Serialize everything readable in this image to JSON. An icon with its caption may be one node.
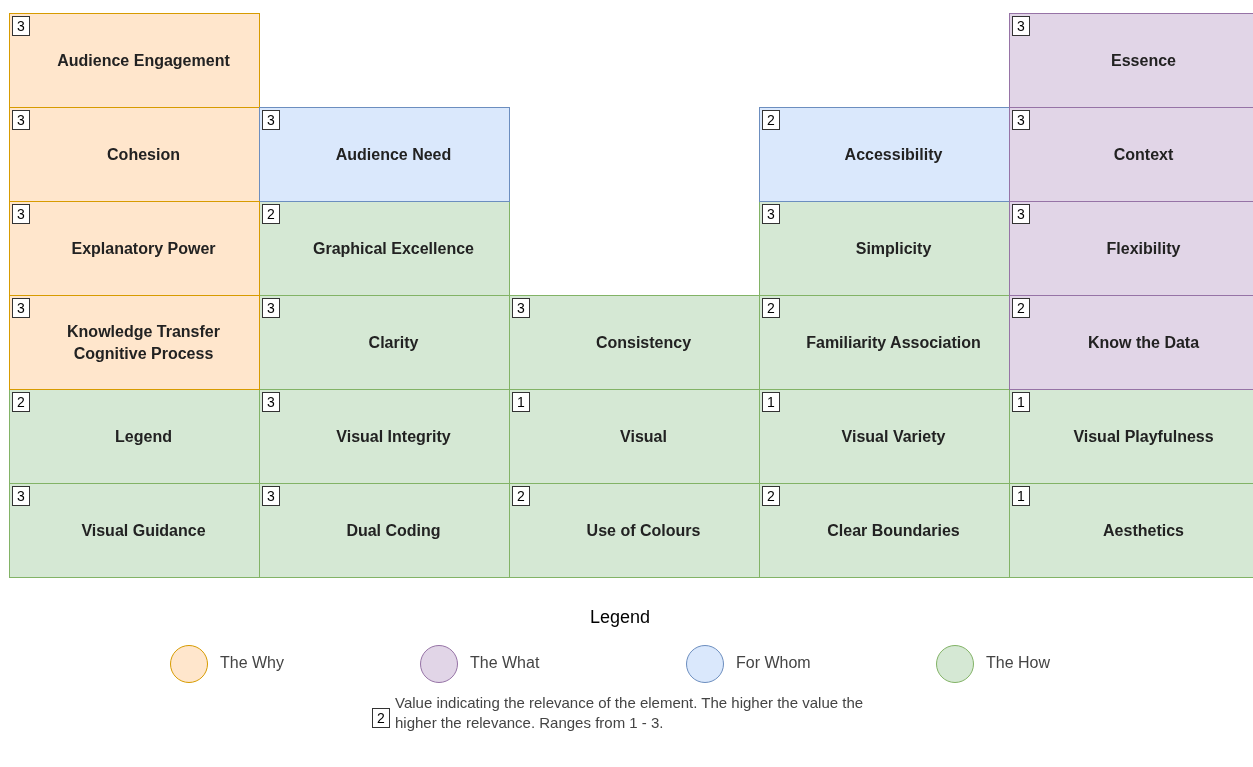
{
  "diagram": {
    "nodes": [
      {
        "text": [
          "3",
          "Audience Engagement"
        ]
      },
      {
        "text": [
          "3",
          "Essence"
        ]
      },
      {
        "text": [
          "3",
          "Cohesion"
        ]
      },
      {
        "text": [
          "3",
          "Audience Need"
        ]
      },
      {
        "text": [
          "2",
          "Accessibility"
        ]
      },
      {
        "text": [
          "3",
          "Context"
        ]
      },
      {
        "text": [
          "3",
          "Explanatory Power"
        ]
      },
      {
        "text": [
          "2",
          "Graphical Excellence"
        ]
      },
      {
        "text": [
          "3",
          "Simplicity"
        ]
      },
      {
        "text": [
          "3",
          "Flexibility"
        ]
      },
      {
        "text": [
          "3",
          "Knowledge Transfer Cognitive Process"
        ]
      },
      {
        "text": [
          "3",
          "Clarity"
        ]
      },
      {
        "text": [
          "3",
          "Consistency"
        ]
      },
      {
        "text": [
          "2",
          "Familiarity Association"
        ]
      },
      {
        "text": [
          "2",
          "Know the Data"
        ]
      },
      {
        "text": [
          "2",
          "Legend"
        ]
      },
      {
        "text": [
          "3",
          "Visual Integrity"
        ]
      },
      {
        "text": [
          "1",
          "Visual"
        ]
      },
      {
        "text": [
          "1",
          "Visual Variety"
        ]
      },
      {
        "text": [
          "1",
          "Visual Playfulness"
        ]
      },
      {
        "text": [
          "3",
          "Visual Guidance"
        ]
      },
      {
        "text": [
          "3",
          "Dual Coding"
        ]
      },
      {
        "text": [
          "2",
          "Use of Colours"
        ]
      },
      {
        "text": [
          "2",
          "Clear Boundaries"
        ]
      },
      {
        "text": [
          "1",
          "Aesthetics"
        ]
      }
    ],
    "labels": [
      "Legend",
      "2"
    ],
    "legend": [
      {
        "text": "The Why",
        "color": "#ffe6cc"
      },
      {
        "text": "The What",
        "color": "#e1d5e7"
      },
      {
        "text": "For Whom",
        "color": "#dae8fc"
      },
      {
        "text": "The How",
        "color": "#d5e8d4"
      },
      {
        "text": "Value indicating the relevance of the element. The higher the value the higher the relevance. Ranges from 1 - 3."
      }
    ]
  }
}
